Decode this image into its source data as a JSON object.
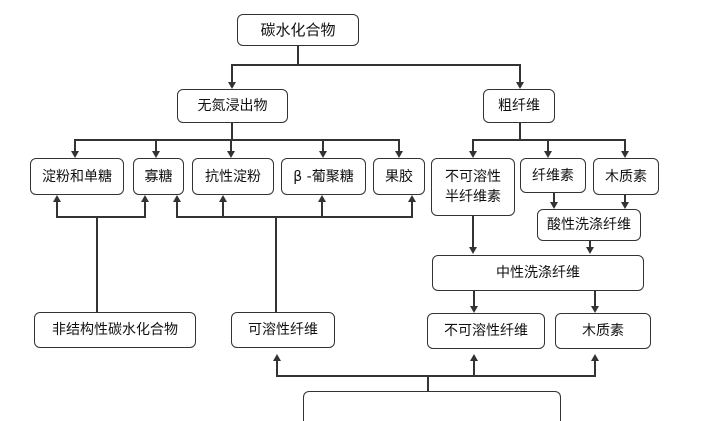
{
  "nodes": {
    "carbohydrate": "碳水化合物",
    "nitrogen_free_extract": "无氮浸出物",
    "crude_fiber": "粗纤维",
    "starch_monosaccharide": "淀粉和单糖",
    "oligosaccharide": "寡糖",
    "resistant_starch": "抗性淀粉",
    "beta_glucan": "β -葡聚糖",
    "pectin": "果胶",
    "insoluble_hemicellulose_line1": "不可溶性",
    "insoluble_hemicellulose_line2": "半纤维素",
    "cellulose": "纤维素",
    "lignin_top": "木质素",
    "acid_detergent_fiber": "酸性洗涤纤维",
    "neutral_detergent_fiber": "中性洗涤纤维",
    "non_structural_carbohydrate": "非结构性碳水化合物",
    "soluble_fiber": "可溶性纤维",
    "insoluble_fiber": "不可溶性纤维",
    "lignin_bottom": "木质素"
  }
}
